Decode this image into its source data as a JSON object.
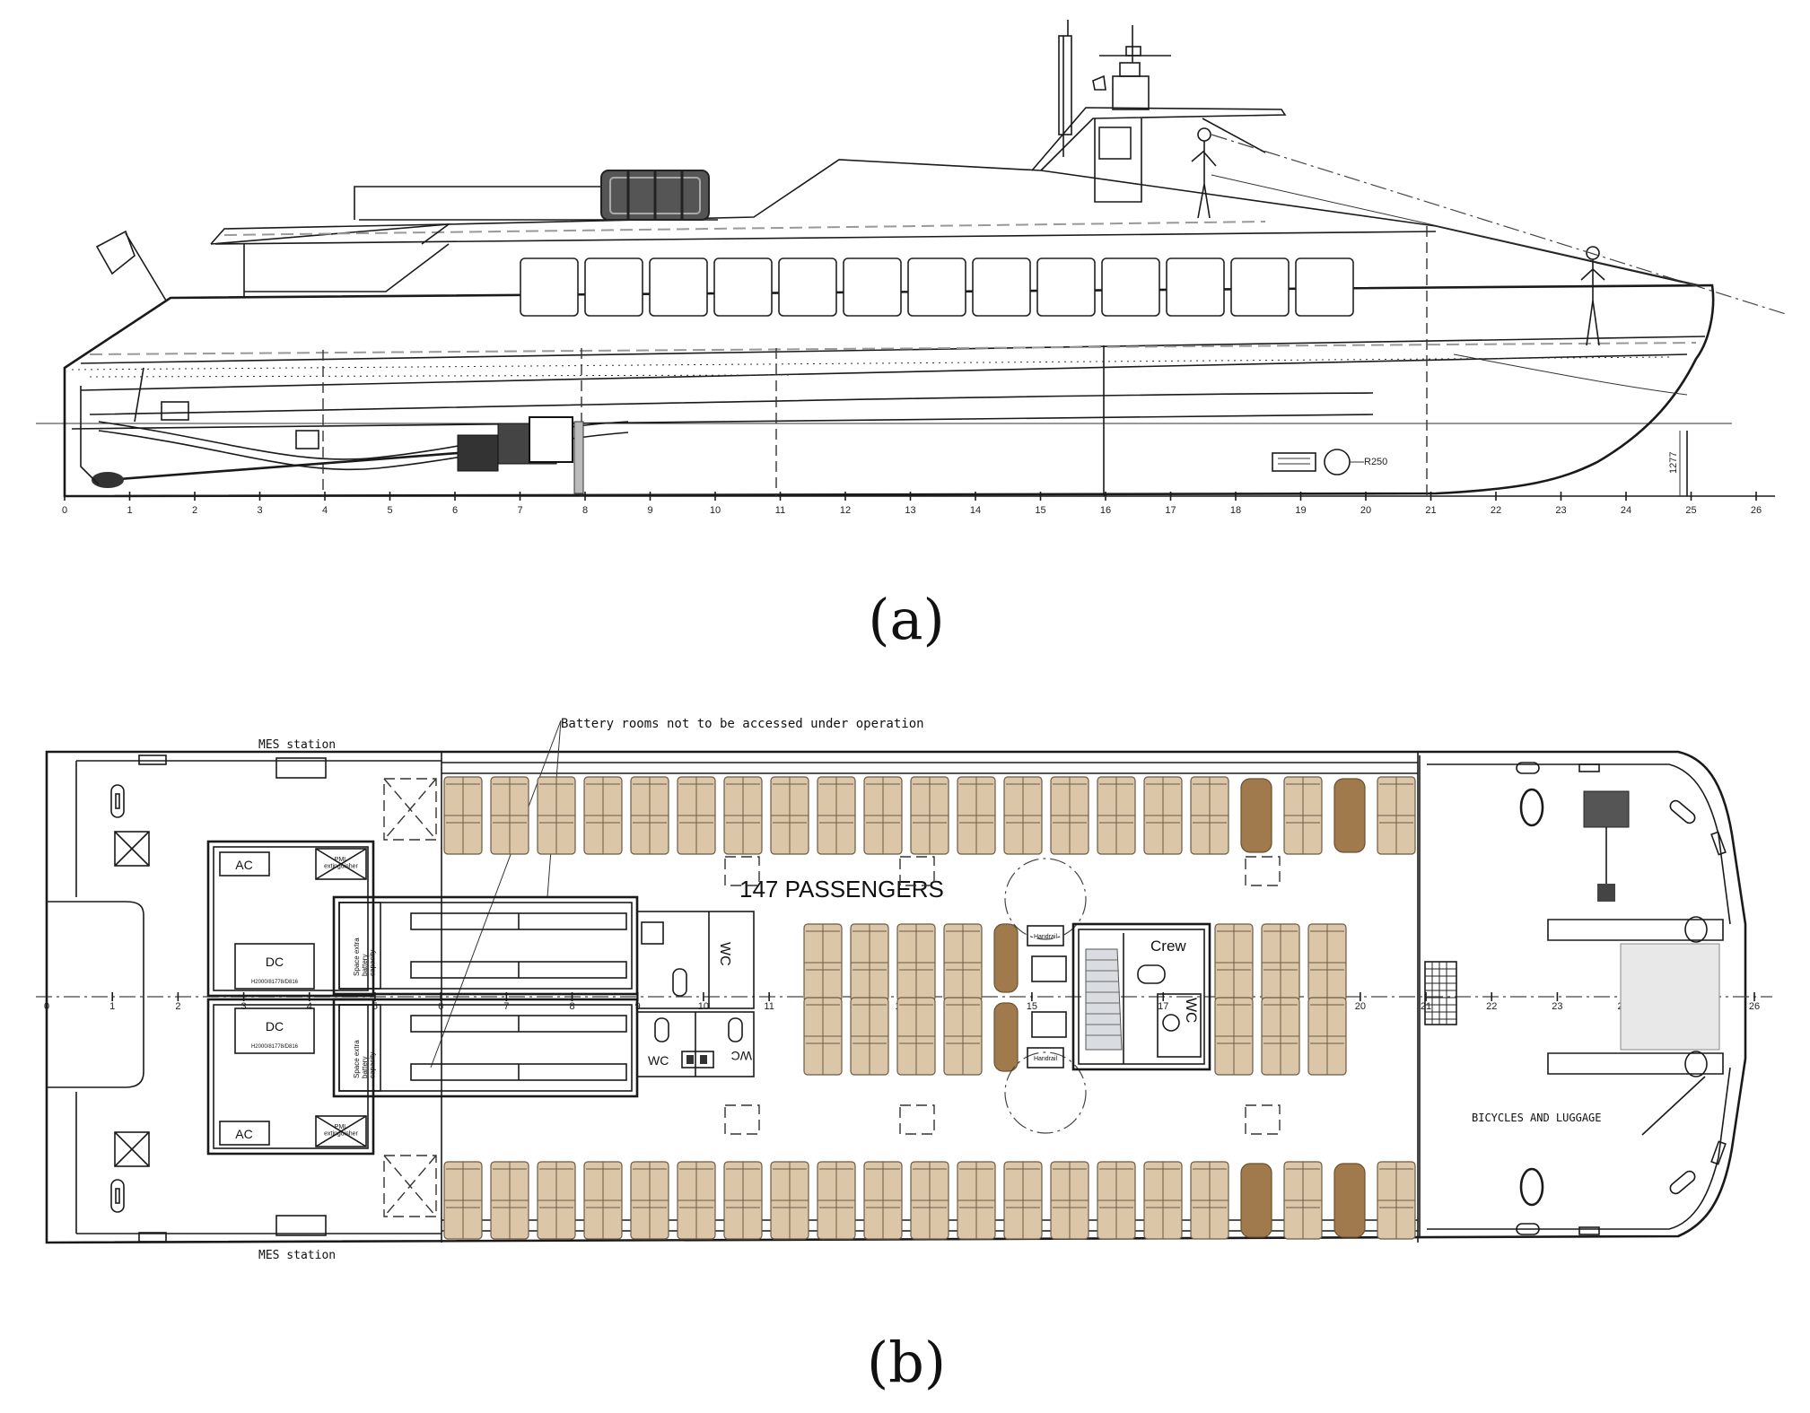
{
  "captions": {
    "a": "(a)",
    "b": "(b)"
  },
  "frame_numbers": [
    "0",
    "1",
    "2",
    "3",
    "4",
    "5",
    "6",
    "7",
    "8",
    "9",
    "10",
    "11",
    "12",
    "13",
    "14",
    "15",
    "16",
    "17",
    "18",
    "19",
    "20",
    "21",
    "22",
    "23",
    "24",
    "25",
    "26"
  ],
  "profile": {
    "r_label": "R250",
    "h_label": "1277"
  },
  "plan": {
    "annotation": "Battery rooms not to be accessed under operation",
    "mes_station_top": "MES station",
    "mes_station_bottom": "MES station",
    "passengers": "147 PASSENGERS",
    "crew": "Crew",
    "wc_1": "WC",
    "wc_2": "WC",
    "wc_3": "WC",
    "wc_4": "WC",
    "ac_top": "AC",
    "ac_bottom": "AC",
    "dc_top": "DC",
    "dc_bottom": "DC",
    "dc_code": "H2000/81778/D816",
    "pml_1": "PML\nextinguisher",
    "pml_2": "PML\nextinguisher",
    "battery_note": "Space extra\nbattery\ncapacity",
    "bicycles": "BICYCLES AND LUGGAGE",
    "handrail_1": "Handrail",
    "handrail_2": "Handrail"
  },
  "colors": {
    "seat": "#dcc6a8",
    "seat_accent": "#a07a4c",
    "line": "#1a1a1a"
  }
}
